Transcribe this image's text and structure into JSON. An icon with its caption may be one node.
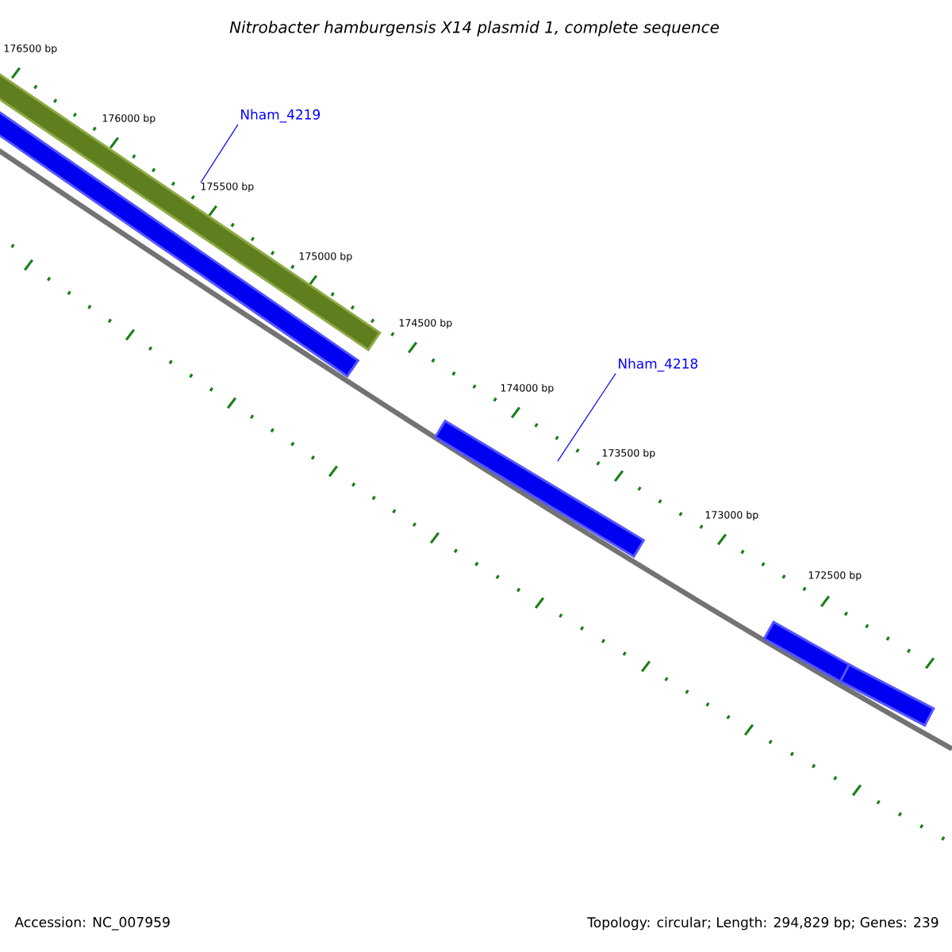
{
  "diagram": {
    "title": "Nitrobacter hamburgensis X14 plasmid 1, complete sequence",
    "nodes": [
      {
        "text": [],
        "shape": "bar"
      },
      {
        "text": [],
        "shape": "bar"
      },
      {
        "text": [],
        "shape": "bar"
      },
      {
        "text": [],
        "shape": "bar"
      },
      {
        "text": [],
        "shape": "bar"
      },
      {
        "text": [
          "Nham_4219"
        ]
      },
      {
        "text": [
          "Nham_4218"
        ]
      }
    ],
    "edges": [
      {
        "from": 5,
        "to": 0,
        "arrow": "none"
      },
      {
        "from": 6,
        "to": 2,
        "arrow": "none"
      }
    ],
    "labels": [
      "176500 bp",
      "176000 bp",
      "175500 bp",
      "175000 bp",
      "174500 bp",
      "174000 bp",
      "173500 bp",
      "173000 bp",
      "172500 bp",
      "Accession: NC_007959",
      "Topology: circular; Length: 294,829 bp; Genes: 239"
    ]
  }
}
